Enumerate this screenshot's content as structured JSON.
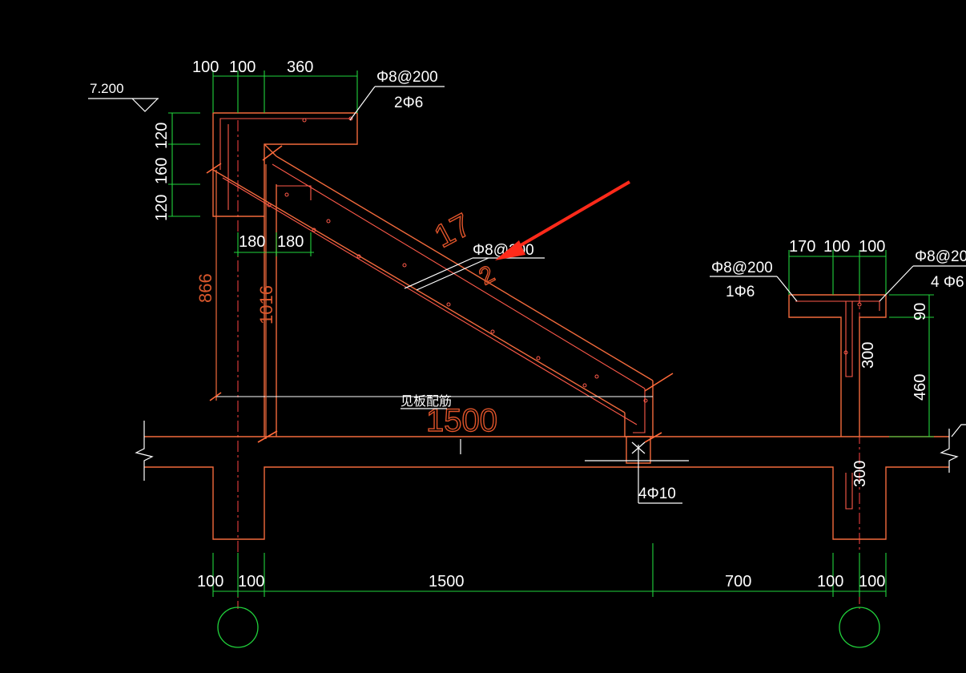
{
  "drawing": {
    "elevation": "7.200",
    "top_dims": [
      "100",
      "100",
      "360"
    ],
    "left_vert_dims": [
      "120",
      "160",
      "120"
    ],
    "mid_dims": [
      "180",
      "180"
    ],
    "height_866": "866",
    "height_1016": "1016",
    "slab_thickness_fragment": "17",
    "slab_thickness_fragment2": "2",
    "slab_rebar_label": "Φ8@200",
    "span_1500_large": "1500",
    "see_slab_rebar": "见板配筋",
    "top_left_rebar": {
      "stirrup": "Φ8@200",
      "bars": "2Φ6"
    },
    "bottom_rebar": "4Φ10",
    "right_top_dims": [
      "170",
      "100",
      "100"
    ],
    "right_left_rebar": {
      "stirrup": "Φ8@200",
      "bars": "1Φ6"
    },
    "right_right_rebar": {
      "stirrup": "Φ8@20",
      "bars": "4 Φ6"
    },
    "right_vert_dims": [
      "90",
      "460"
    ],
    "beam_depth_upper": "300",
    "beam_depth_lower": "300",
    "bottom_dims": [
      "100",
      "100",
      "1500",
      "700",
      "100",
      "100"
    ]
  },
  "colors": {
    "concrete": "#f26a3c",
    "rebar": "#ff5a4a",
    "dimension": "#21d33c",
    "text": "#ffffff",
    "arrow": "#ff2a1a",
    "background": "#000000"
  }
}
